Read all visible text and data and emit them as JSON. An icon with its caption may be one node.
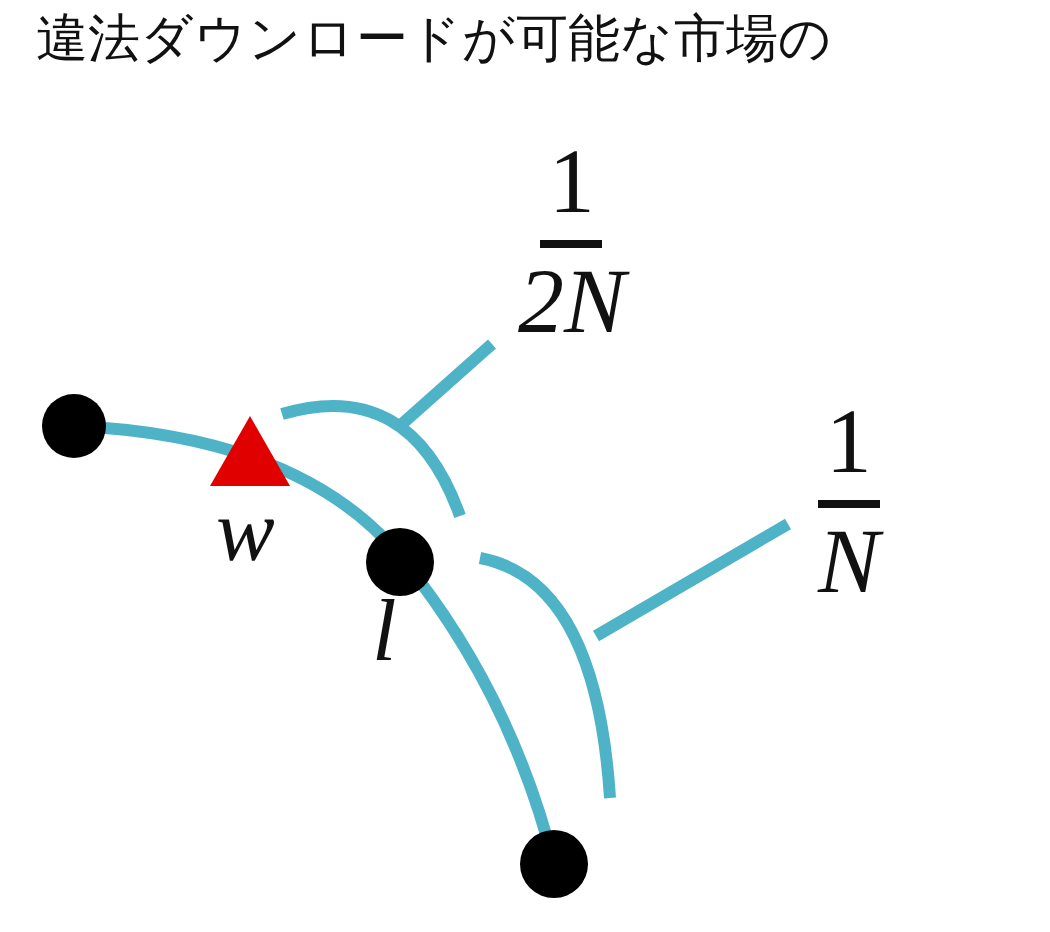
{
  "diagram": {
    "nodes": [
      {
        "text": [
          "1",
          "2N"
        ]
      },
      {
        "text": [],
        "shape": "arc"
      },
      {
        "text": [
          "1",
          "N"
        ]
      },
      {
        "text": [],
        "shape": "arc"
      }
    ],
    "edges": [
      {
        "from": 0,
        "to": 1,
        "arrow": "none"
      },
      {
        "from": 2,
        "to": 3,
        "arrow": "none"
      }
    ],
    "labels": [
      "違法ダウンロードが可能な市場の",
      "w",
      "l"
    ]
  }
}
